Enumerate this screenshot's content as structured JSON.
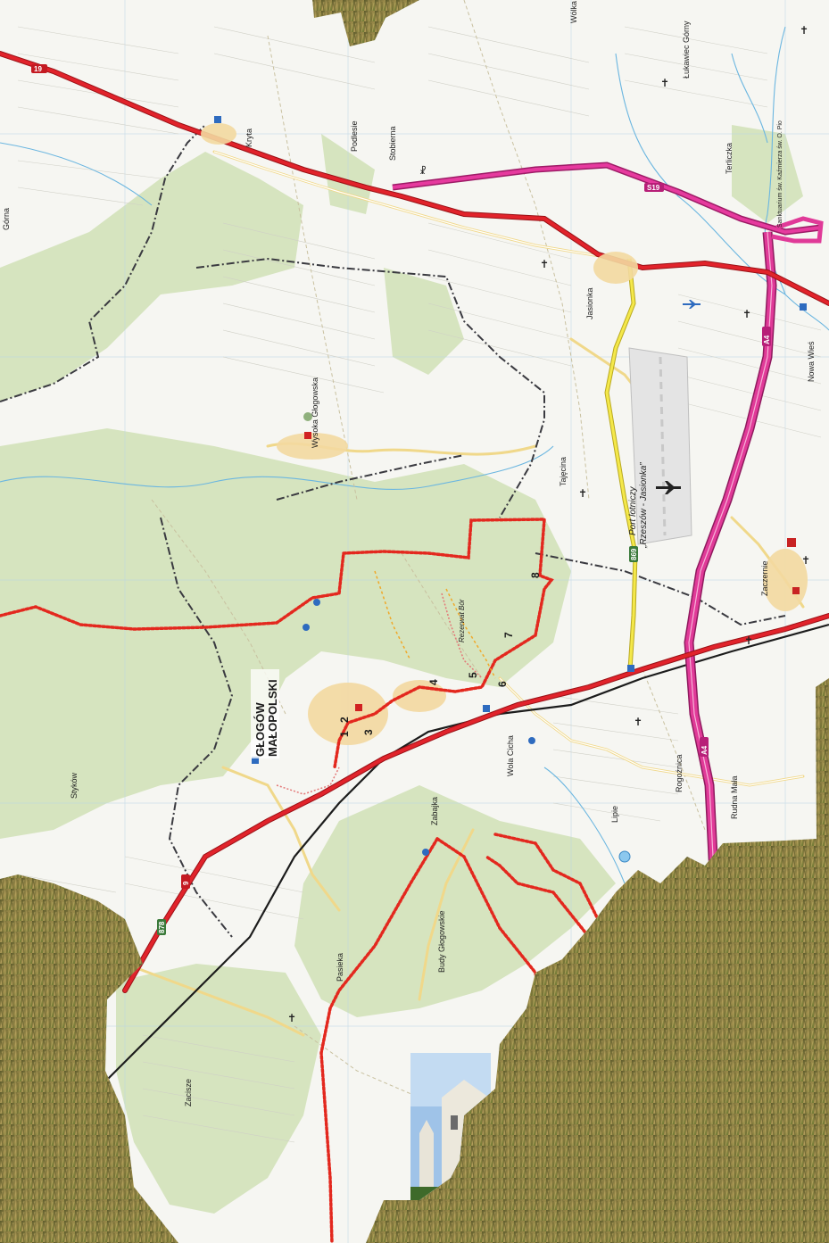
{
  "map": {
    "town_main_1": "GŁOGÓW",
    "town_main_2": "MAŁOPOLSKI",
    "places": [
      {
        "id": "wolka",
        "text": "Wólka Po"
      },
      {
        "id": "lukawiec",
        "text": "Łukawiec Górny"
      },
      {
        "id": "stobierna",
        "text": "Stobierna"
      },
      {
        "id": "podlesie",
        "text": "Podlesie"
      },
      {
        "id": "kryta",
        "text": "Kryta"
      },
      {
        "id": "jasionka",
        "text": "Jasionka"
      },
      {
        "id": "terliczka",
        "text": "Terliczka"
      },
      {
        "id": "sanktuarium",
        "text": "Sanktuarium św. Kaźmierza św. O. Pio"
      },
      {
        "id": "nowa_wies",
        "text": "Nowa Wieś"
      },
      {
        "id": "tajecina",
        "text": "Tajęcina"
      },
      {
        "id": "wysoka",
        "text": "Wysoka Głogowska"
      },
      {
        "id": "zaczernie",
        "text": "Zaczernie"
      },
      {
        "id": "rogoznica",
        "text": "Rogoźnica"
      },
      {
        "id": "rudna",
        "text": "Rudna Mała"
      },
      {
        "id": "wola",
        "text": "Wola Cicha"
      },
      {
        "id": "lipie",
        "text": "Lipie"
      },
      {
        "id": "zabajka",
        "text": "Zabajka"
      },
      {
        "id": "styków",
        "text": "Styków"
      },
      {
        "id": "budy",
        "text": "Budy Głogowskie"
      },
      {
        "id": "przewrotne",
        "text": "Pasieka"
      },
      {
        "id": "zacisze",
        "text": "Zacisze"
      },
      {
        "id": "gorna",
        "text": "Górna"
      },
      {
        "id": "rezerwat",
        "text": "Rezerwat Bór"
      }
    ],
    "airport_1": "Port lotniczy",
    "airport_2": "„Rzeszów - Jasionka”",
    "roads": {
      "r19": "19",
      "s19": "S19",
      "a4": "A4",
      "a4b": "A4",
      "r9": "9",
      "r878": "878",
      "r869": "869"
    },
    "trail_numbers": [
      "1",
      "2",
      "3",
      "4",
      "5",
      "6",
      "7",
      "8"
    ],
    "colors": {
      "national_road": "#d9202a",
      "expressway": "#d62d8f",
      "voivodeship_road": "#f2e33a",
      "trail": "#e3281e",
      "forest": "#d6e4bf",
      "paper": "#f6f6f2",
      "grass": "#8a7a40"
    }
  }
}
